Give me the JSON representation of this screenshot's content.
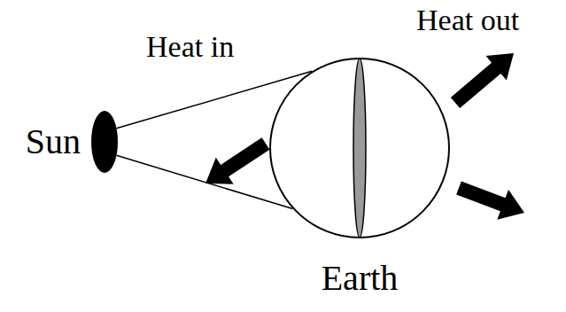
{
  "diagram": {
    "nodes": [
      {
        "text": [
          "Sun"
        ]
      },
      {
        "text": [
          "Earth"
        ]
      }
    ],
    "edges": [
      {
        "from": 0,
        "to": 1,
        "arrow": "none"
      },
      {
        "from": 0,
        "to": 1,
        "arrow": "none"
      }
    ],
    "labels": [
      "Heat in",
      "Heat out"
    ]
  }
}
